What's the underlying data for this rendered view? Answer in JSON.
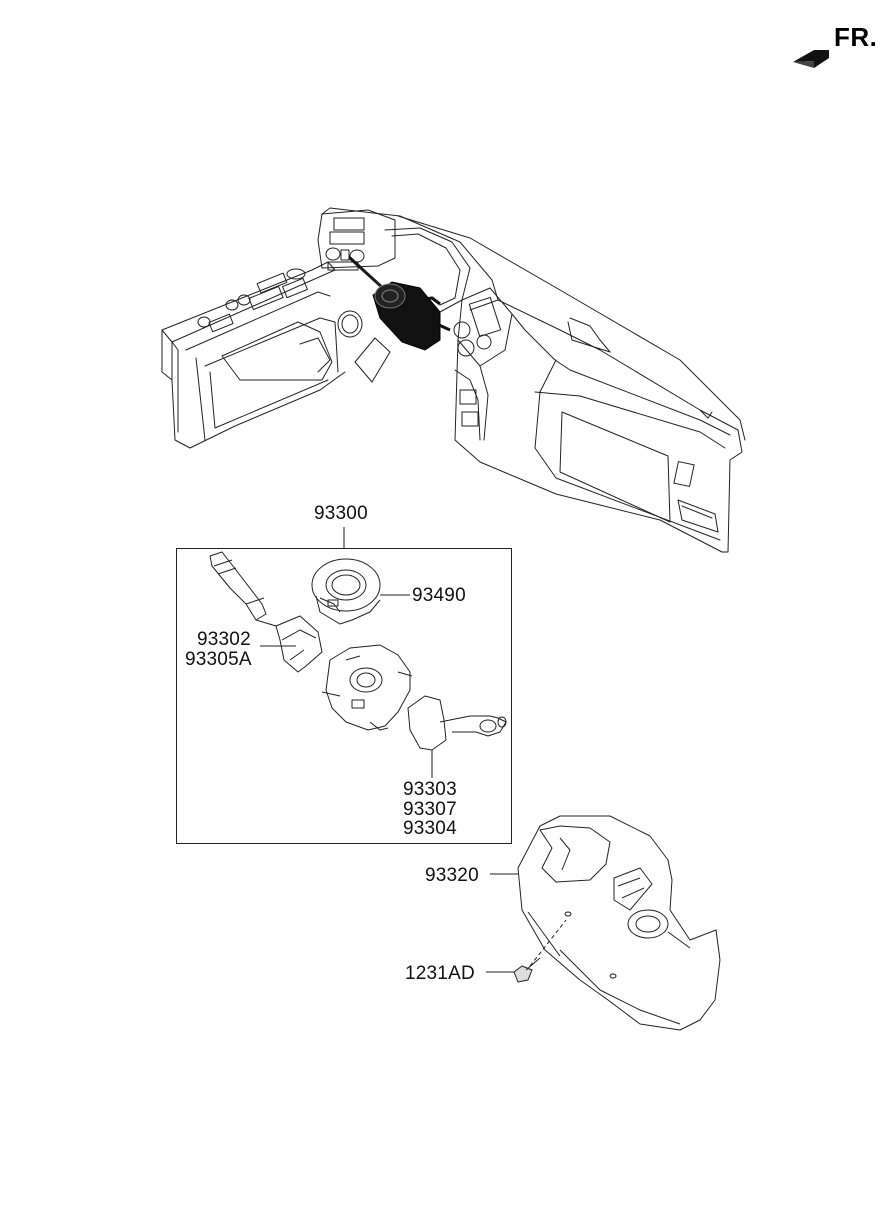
{
  "direction_indicator": "FR.",
  "parts": {
    "assembly": "93300",
    "clock_spring": "93490",
    "left_switch_1": "93302",
    "left_switch_2": "93305A",
    "right_switch_1": "93303",
    "right_switch_2": "93307",
    "right_switch_3": "93304",
    "shroud": "93320",
    "screw": "1231AD"
  }
}
